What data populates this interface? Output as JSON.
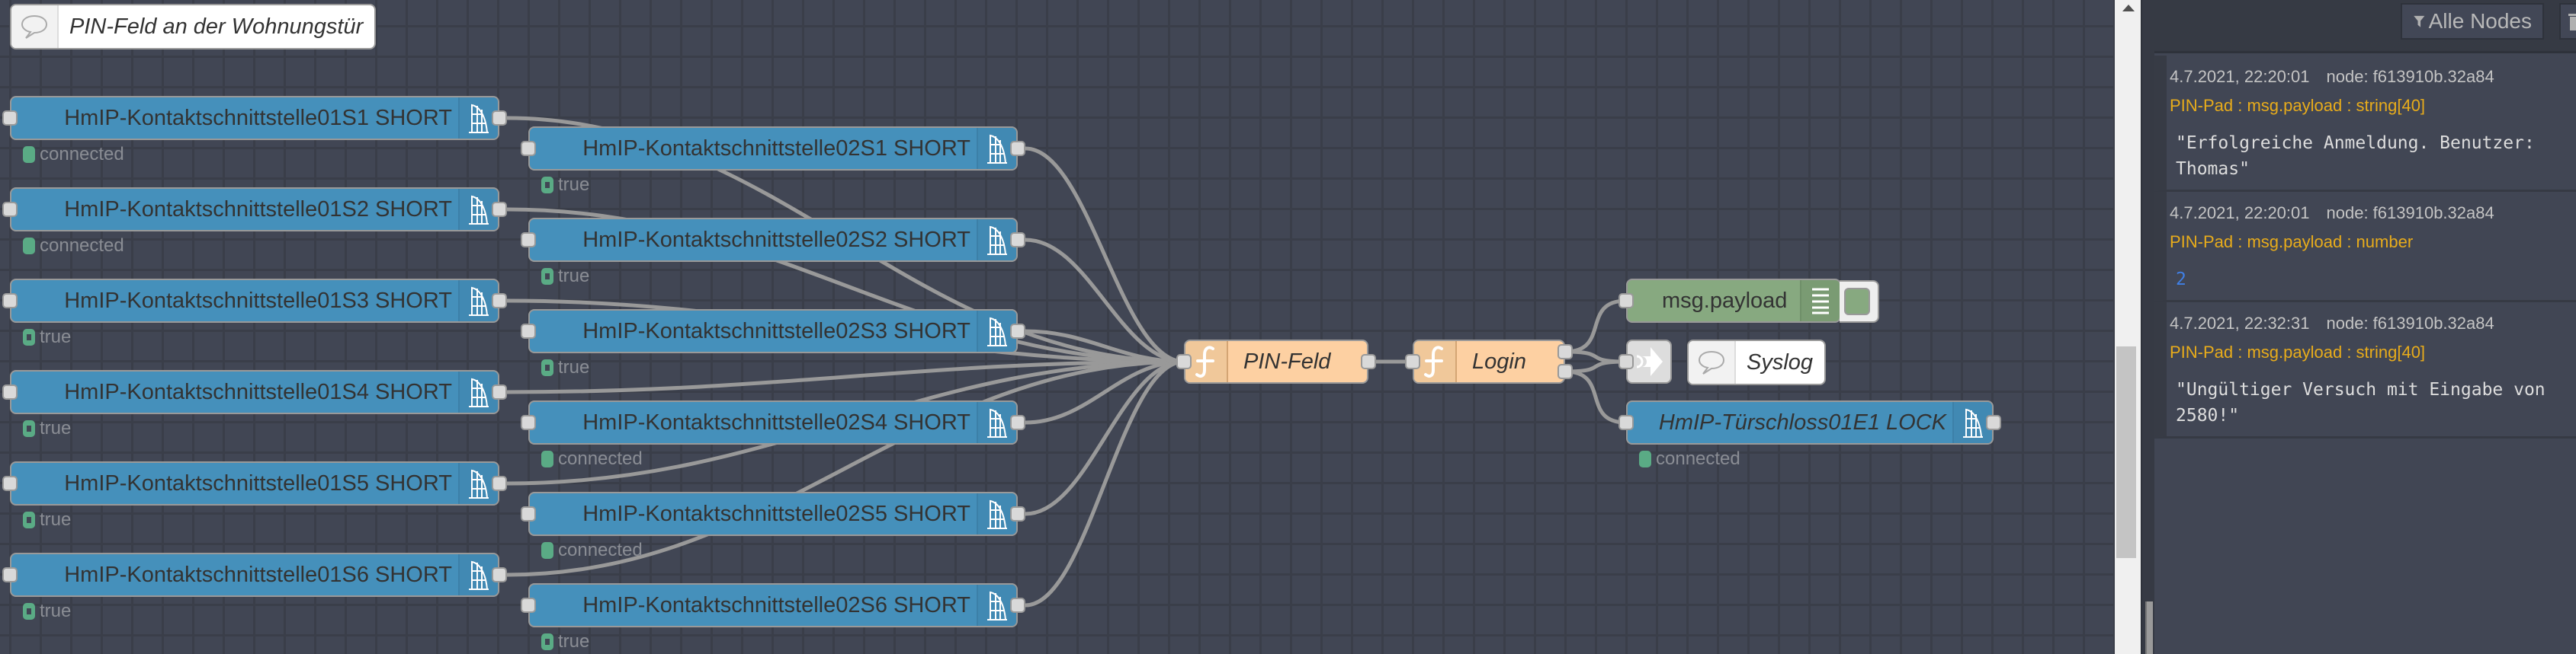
{
  "canvas": {
    "comment_top": "PIN-Feld an der Wohnungstür",
    "column1": [
      {
        "label": "HmIP-Kontaktschnittstelle01S1 SHORT",
        "status": "connected",
        "status_shape": "filled"
      },
      {
        "label": "HmIP-Kontaktschnittstelle01S2 SHORT",
        "status": "connected",
        "status_shape": "filled"
      },
      {
        "label": "HmIP-Kontaktschnittstelle01S3 SHORT",
        "status": "true",
        "status_shape": "ring"
      },
      {
        "label": "HmIP-Kontaktschnittstelle01S4 SHORT",
        "status": "true",
        "status_shape": "ring"
      },
      {
        "label": "HmIP-Kontaktschnittstelle01S5 SHORT",
        "status": "true",
        "status_shape": "ring"
      },
      {
        "label": "HmIP-Kontaktschnittstelle01S6 SHORT",
        "status": "true",
        "status_shape": "ring"
      }
    ],
    "column2": [
      {
        "label": "HmIP-Kontaktschnittstelle02S1 SHORT",
        "status": "true",
        "status_shape": "ring"
      },
      {
        "label": "HmIP-Kontaktschnittstelle02S2 SHORT",
        "status": "true",
        "status_shape": "ring"
      },
      {
        "label": "HmIP-Kontaktschnittstelle02S3 SHORT",
        "status": "true",
        "status_shape": "ring"
      },
      {
        "label": "HmIP-Kontaktschnittstelle02S4 SHORT",
        "status": "connected",
        "status_shape": "filled"
      },
      {
        "label": "HmIP-Kontaktschnittstelle02S5 SHORT",
        "status": "connected",
        "status_shape": "filled"
      },
      {
        "label": "HmIP-Kontaktschnittstelle02S6 SHORT",
        "status": "true",
        "status_shape": "ring"
      }
    ],
    "function_pin": {
      "label": "PIN-Feld",
      "icon": "function-icon"
    },
    "function_login": {
      "label": "Login",
      "icon": "function-icon"
    },
    "debug_node": {
      "label": "msg.payload",
      "icon": "debug-list-icon"
    },
    "link_out": {
      "icon": "link-out-icon"
    },
    "comment_syslog": "Syslog",
    "lock_node": {
      "label": "HmIP-Türschloss01E1 LOCK",
      "status": "connected",
      "status_shape": "filled"
    },
    "colors": {
      "homematic": "#4590bb",
      "function": "#fdd0a2",
      "debug": "#87a980",
      "status_ok": "#5aab85"
    }
  },
  "sidebar": {
    "filter_button": "Alle Nodes",
    "messages": [
      {
        "timestamp": "4.7.2021, 22:20:01",
        "node": "node: f613910b.32a84",
        "path": "PIN-Pad : msg.payload : string[40]",
        "payload": "\"Erfolgreiche Anmeldung. Benutzer: Thomas\"",
        "type": "string"
      },
      {
        "timestamp": "4.7.2021, 22:20:01",
        "node": "node: f613910b.32a84",
        "path": "PIN-Pad : msg.payload : number",
        "payload": "2",
        "type": "number"
      },
      {
        "timestamp": "4.7.2021, 22:32:31",
        "node": "node: f613910b.32a84",
        "path": "PIN-Pad : msg.payload : string[40]",
        "payload": "\"Ungültiger Versuch mit Eingabe von 2580!\"",
        "type": "string"
      }
    ]
  }
}
